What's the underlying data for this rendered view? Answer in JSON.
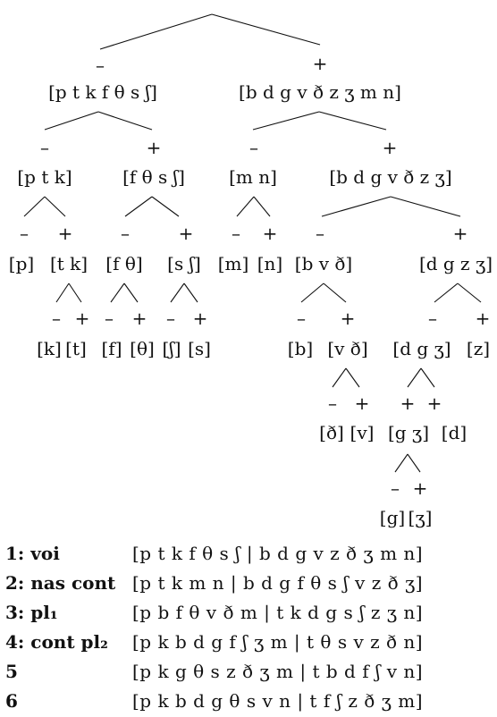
{
  "tree": {
    "nodes": [
      {
        "id": "n_minus_voice",
        "text": "–"
      },
      {
        "id": "n_plus_voice",
        "text": "+"
      },
      {
        "id": "n_vl_set",
        "text": "[p t k f θ s ʃ]"
      },
      {
        "id": "n_vd_set",
        "text": "[b d g v ð z ʒ m n]"
      },
      {
        "id": "n_m2",
        "text": "–"
      },
      {
        "id": "n_p2",
        "text": "+"
      },
      {
        "id": "n_ptk",
        "text": "[p t k]"
      },
      {
        "id": "n_fts",
        "text": "[f θ s ʃ]"
      },
      {
        "id": "n_m3",
        "text": "–"
      },
      {
        "id": "n_p3",
        "text": "+"
      },
      {
        "id": "n_mn",
        "text": "[m n]"
      },
      {
        "id": "n_bdg",
        "text": "[b d g v ð z ʒ]"
      },
      {
        "id": "n_m4",
        "text": "–"
      },
      {
        "id": "n_p4",
        "text": "+"
      },
      {
        "id": "n_m5",
        "text": "–"
      },
      {
        "id": "n_p5",
        "text": "+"
      },
      {
        "id": "n_m6",
        "text": "–"
      },
      {
        "id": "n_p6",
        "text": "+"
      },
      {
        "id": "n_m7",
        "text": "–"
      },
      {
        "id": "n_p7",
        "text": "+"
      },
      {
        "id": "n_p",
        "text": "[p]"
      },
      {
        "id": "n_tk",
        "text": "[t k]"
      },
      {
        "id": "n_ftheta",
        "text": "[f θ]"
      },
      {
        "id": "n_ssh",
        "text": "[s ʃ]"
      },
      {
        "id": "n_m",
        "text": "[m]"
      },
      {
        "id": "n_n",
        "text": "[n]"
      },
      {
        "id": "n_bvd",
        "text": "[b v ð]"
      },
      {
        "id": "n_dgzz",
        "text": "[d g z ʒ]"
      },
      {
        "id": "n_m8",
        "text": "–"
      },
      {
        "id": "n_p8",
        "text": "+"
      },
      {
        "id": "n_m9",
        "text": "–"
      },
      {
        "id": "n_p9",
        "text": "+"
      },
      {
        "id": "n_m10",
        "text": "–"
      },
      {
        "id": "n_p10",
        "text": "+"
      },
      {
        "id": "n_m11",
        "text": "–"
      },
      {
        "id": "n_p11",
        "text": "+"
      },
      {
        "id": "n_m12",
        "text": "–"
      },
      {
        "id": "n_p12",
        "text": "+"
      },
      {
        "id": "n_k",
        "text": "[k]"
      },
      {
        "id": "n_t",
        "text": "[t]"
      },
      {
        "id": "n_f",
        "text": "[f]"
      },
      {
        "id": "n_theta",
        "text": "[θ]"
      },
      {
        "id": "n_sh",
        "text": "[ʃ]"
      },
      {
        "id": "n_s",
        "text": "[s]"
      },
      {
        "id": "n_b",
        "text": "[b]"
      },
      {
        "id": "n_vdh",
        "text": "[v ð]"
      },
      {
        "id": "n_dgzh",
        "text": "[d g ʒ]"
      },
      {
        "id": "n_z",
        "text": "[z]"
      },
      {
        "id": "n_m13",
        "text": "–"
      },
      {
        "id": "n_p13",
        "text": "+"
      },
      {
        "id": "n_p14a",
        "text": "+"
      },
      {
        "id": "n_p14b",
        "text": "+"
      },
      {
        "id": "n_dh",
        "text": "[ð]"
      },
      {
        "id": "n_v",
        "text": "[v]"
      },
      {
        "id": "n_gzh",
        "text": "[g ʒ]"
      },
      {
        "id": "n_d",
        "text": "[d]"
      },
      {
        "id": "n_m15",
        "text": "–"
      },
      {
        "id": "n_p15",
        "text": "+"
      },
      {
        "id": "n_g",
        "text": "[g]"
      },
      {
        "id": "n_zh",
        "text": "[ʒ]"
      }
    ]
  },
  "table": {
    "rows": [
      {
        "label": "1: voi",
        "set": "[p t k f θ s ʃ  |  b d g v z ð ʒ m n]"
      },
      {
        "label": "2: nas cont",
        "set": "[p t k m n  |  b d g f θ s ʃ v z ð ʒ]"
      },
      {
        "label": "3: pl₁",
        "set": "[p b f θ v ð m  |  t k d g s ʃ z ʒ n]"
      },
      {
        "label": "4: cont pl₂",
        "set": "[p k b d g f ʃ ʒ m  |  t θ s v z ð n]"
      },
      {
        "label": "5",
        "set": "[p k g θ s z ð ʒ m  |  t b d f ʃ v n]"
      },
      {
        "label": "6",
        "set": "[p k b d g θ s v n  |  t f ʃ z ð ʒ m]"
      }
    ]
  }
}
